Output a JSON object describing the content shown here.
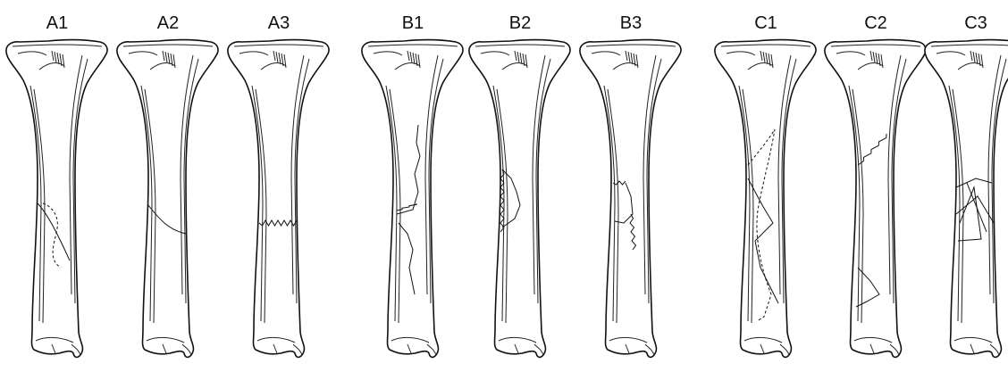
{
  "figure": {
    "panels": [
      {
        "label": "A1",
        "fracture": "spiral"
      },
      {
        "label": "A2",
        "fracture": "oblique"
      },
      {
        "label": "A3",
        "fracture": "transverse"
      },
      {
        "label": "B1",
        "fracture": "spiral wedge"
      },
      {
        "label": "B2",
        "fracture": "bending wedge"
      },
      {
        "label": "B3",
        "fracture": "fragmented wedge"
      },
      {
        "label": "C1",
        "fracture": "complex spiral"
      },
      {
        "label": "C2",
        "fracture": "segmental"
      },
      {
        "label": "C3",
        "fracture": "irregular"
      }
    ],
    "colors": {
      "ink": "#111111",
      "background": "#ffffff"
    }
  }
}
